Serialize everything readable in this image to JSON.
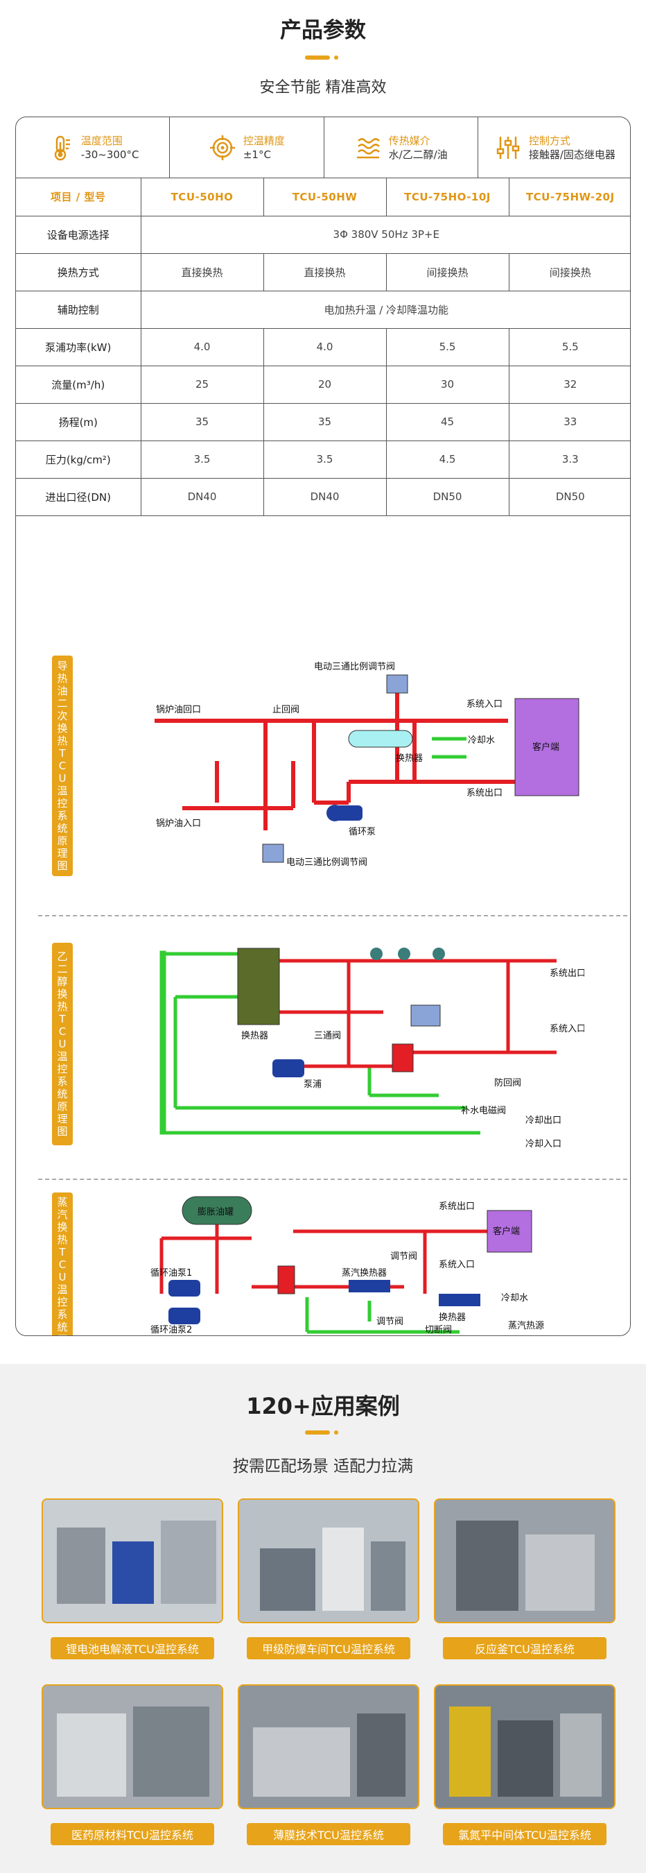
{
  "header": {
    "title": "产品参数",
    "subtitle": "安全节能  精准高效"
  },
  "features": [
    {
      "icon": "thermometer-icon",
      "label": "温度范围",
      "value": "-30~300°C"
    },
    {
      "icon": "target-icon",
      "label": "控温精度",
      "value": "±1°C"
    },
    {
      "icon": "heat-wave-icon",
      "label": "传热媒介",
      "value": "水/乙二醇/油"
    },
    {
      "icon": "sliders-icon",
      "label": "控制方式",
      "value": "接触器/固态继电器"
    }
  ],
  "spec_table": {
    "header": [
      "项目 / 型号",
      "TCU-50HO",
      "TCU-50HW",
      "TCU-75HO-10J",
      "TCU-75HW-20J"
    ],
    "rows": [
      {
        "label": "设备电源选择",
        "merged": "3Φ 380V 50Hz 3P+E"
      },
      {
        "label": "换热方式",
        "values": [
          "直接换热",
          "直接换热",
          "间接换热",
          "间接换热"
        ]
      },
      {
        "label": "辅助控制",
        "merged": "电加热升温 / 冷却降温功能"
      },
      {
        "label": "泵浦功率(kW)",
        "values": [
          "4.0",
          "4.0",
          "5.5",
          "5.5"
        ]
      },
      {
        "label": "流量(m³/h)",
        "values": [
          "25",
          "20",
          "30",
          "32"
        ]
      },
      {
        "label": "扬程(m)",
        "values": [
          "35",
          "35",
          "45",
          "33"
        ]
      },
      {
        "label": "压力(kg/cm²)",
        "values": [
          "3.5",
          "3.5",
          "4.5",
          "3.3"
        ]
      },
      {
        "label": "进出口径(DN)",
        "values": [
          "DN40",
          "DN40",
          "DN50",
          "DN50"
        ]
      }
    ]
  },
  "diagrams": [
    {
      "title": "导热油二次换热TCU温控系统原理图",
      "labels": {
        "valve_top": "电动三通比例调节阀",
        "boiler_return": "锅炉油回口",
        "check_valve": "止回阀",
        "system_in": "系统入口",
        "cooling_water": "冷却水",
        "customer": "客户端",
        "heat_exchanger": "换热器",
        "system_out": "系统出口",
        "pump": "循环泵",
        "boiler_in": "锅炉油入口",
        "valve_bottom": "电动三通比例调节阀"
      }
    },
    {
      "title": "乙二醇换热TCU温控系统原理图",
      "labels": {
        "system_out": "系统出口",
        "system_in": "系统入口",
        "heat_exchanger": "换热器",
        "three_way": "三通阀",
        "pump": "泵浦",
        "backflow": "防回阀",
        "makeup_valve": "补水电磁阀",
        "cooling_out": "冷却出口",
        "cooling_in": "冷却入口"
      }
    },
    {
      "title": "蒸汽换热TCU温控系统原理图",
      "labels": {
        "tank": "膨胀油罐",
        "system_out": "系统出口",
        "customer": "客户端",
        "regulating_valve_top": "调节阀",
        "system_in": "系统入口",
        "steam_hx": "蒸汽换热器",
        "hx": "换热器",
        "cooling_water": "冷却水",
        "pump1": "循环油泵1",
        "pump2": "循环油泵2",
        "regulating_valve": "调节阀",
        "cutoff_valve": "切断阀",
        "steam_source": "蒸汽热源"
      }
    }
  ],
  "cases": {
    "title": "120+应用案例",
    "subtitle": "按需匹配场景 适配力拉满",
    "items": [
      {
        "label": "锂电池电解液TCU温控系统"
      },
      {
        "label": "甲级防爆车间TCU温控系统"
      },
      {
        "label": "反应釜TCU温控系统"
      },
      {
        "label": "医药原材料TCU温控系统"
      },
      {
        "label": "薄膜技术TCU温控系统"
      },
      {
        "label": "氯氮平中间体TCU温控系统"
      }
    ]
  },
  "colors": {
    "accent": "#e7a31a",
    "pipe_hot": "#e31e24",
    "pipe_cool": "#33cc33",
    "customer": "#b36ee0"
  }
}
